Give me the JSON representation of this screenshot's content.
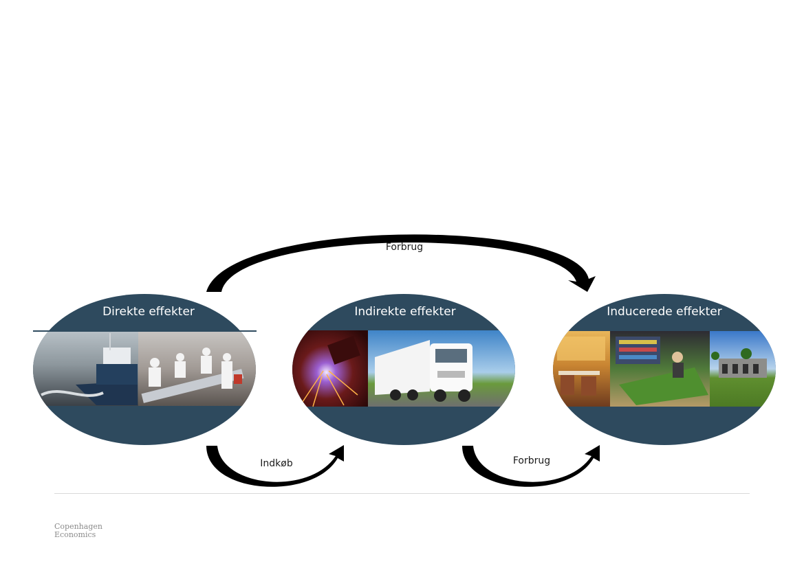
{
  "colors": {
    "oval": "#2e4a5e",
    "arrow": "#000000",
    "text_on_oval": "#ffffff"
  },
  "nodes": [
    {
      "id": "direct",
      "title": "Direkte effekter",
      "photos": [
        "fishing-vessel-photo",
        "fish-processing-workers-photo"
      ]
    },
    {
      "id": "indirect",
      "title": "Indirekte effekter",
      "photos": [
        "welding-sparks-photo",
        "white-truck-photo"
      ]
    },
    {
      "id": "induced",
      "title": "Inducerede effekter",
      "photos": [
        "restaurant-photo",
        "grocery-store-photo",
        "house-photo"
      ]
    }
  ],
  "arrows": [
    {
      "id": "top",
      "label": "Forbrug",
      "from": "direct",
      "to": "induced"
    },
    {
      "id": "bottom-left",
      "label": "Indkøb",
      "from": "direct",
      "to": "indirect"
    },
    {
      "id": "bottom-right",
      "label": "Forbrug",
      "from": "indirect",
      "to": "induced"
    }
  ],
  "footer": {
    "logo_line1": "Copenhagen",
    "logo_line2": "Economics"
  }
}
